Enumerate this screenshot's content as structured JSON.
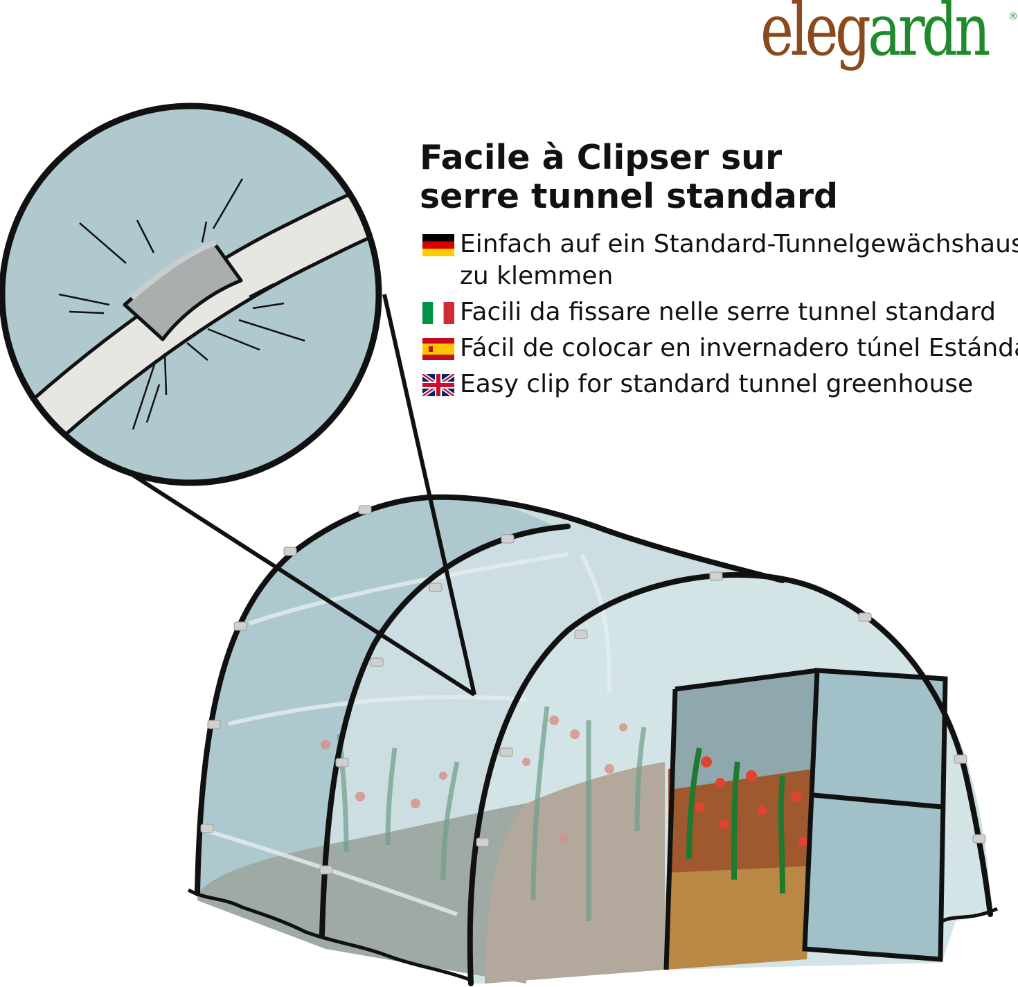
{
  "logo": {
    "text_part1": "eleg",
    "text_part2": "ardn",
    "registered_mark": "®"
  },
  "heading": {
    "line1": "Facile à Clipser sur",
    "line2": "serre tunnel standard"
  },
  "languages": [
    {
      "flag": "germany-flag",
      "text_line1": "Einfach auf ein Standard-Tunnelgewächshaus",
      "text_line2": "zu klemmen"
    },
    {
      "flag": "italy-flag",
      "text_line1": "Facili da fissare nelle serre tunnel standard"
    },
    {
      "flag": "spain-flag",
      "text_line1": "Fácil de colocar en invernadero túnel Estánda"
    },
    {
      "flag": "uk-flag",
      "text_line1": "Easy clip for standard tunnel greenhouse"
    }
  ],
  "colors": {
    "logo_brown": "#8a4a1e",
    "logo_green": "#1f8a2b",
    "greenhouse_film": "#b2cdd3",
    "outline": "#111111"
  }
}
